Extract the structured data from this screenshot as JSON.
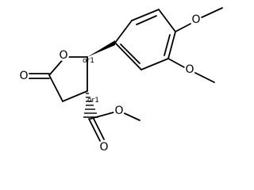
{
  "molecule": {
    "atoms": [
      {
        "id": "ring_o",
        "label": "O"
      },
      {
        "id": "carbonyl_o",
        "label": "O"
      },
      {
        "id": "ester_o_double",
        "label": "O"
      },
      {
        "id": "ester_o_single",
        "label": "O"
      },
      {
        "id": "methoxy_o_top",
        "label": "O"
      },
      {
        "id": "methoxy_o_mid",
        "label": "O"
      }
    ],
    "stereo_labels": [
      {
        "id": "c2_label",
        "text": "or1"
      },
      {
        "id": "c3_label",
        "text": "or1"
      }
    ]
  },
  "colors": {
    "bond": "#000000",
    "background": "#ffffff"
  }
}
